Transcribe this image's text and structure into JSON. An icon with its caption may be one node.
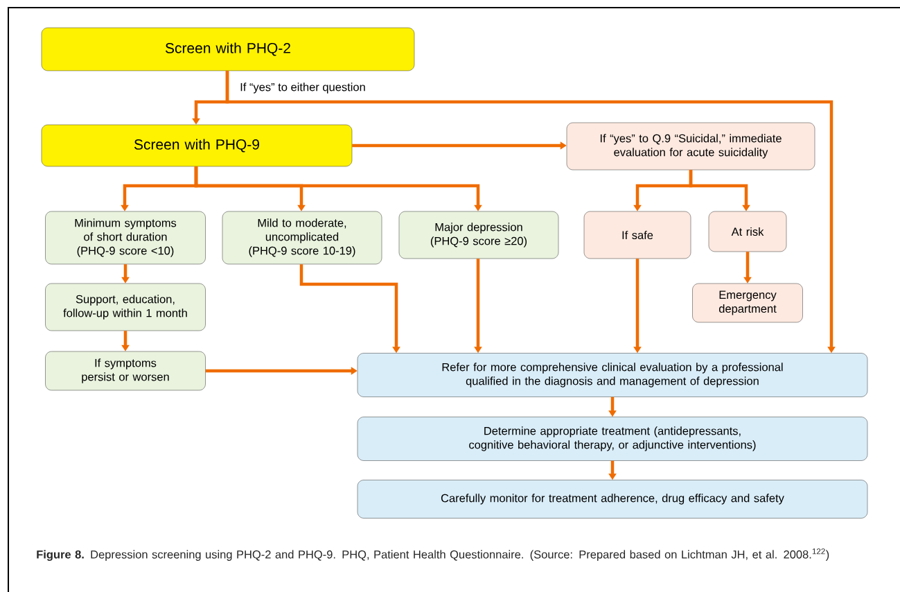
{
  "diagram": {
    "caption": "**Figure 8.**    Depression screening using PHQ-2 and PHQ-9. PHQ, Patient Health Questionnaire. (Source: Prepared based on Lichtman JH, et al. 2008.$^{122}$)",
    "nodes": [
      {
        "text": [
          "Screen with PHQ-2"
        ]
      },
      {
        "text": [
          "Screen with PHQ-9"
        ]
      },
      {
        "text": [
          "If “yes” to Q.9 “Suicidal,” immediate evaluation for acute suicidality"
        ]
      },
      {
        "text": [
          "Minimum symptoms of short duration (PHQ-9 score <10)"
        ]
      },
      {
        "text": [
          "Mild to moderate, uncomplicated (PHQ-9 score 10-19)"
        ]
      },
      {
        "text": [
          "Major depression (PHQ-9 score ≥20)"
        ]
      },
      {
        "text": [
          "If safe"
        ]
      },
      {
        "text": [
          "At risk"
        ]
      },
      {
        "text": [
          "Support, education, follow-up within 1 month"
        ]
      },
      {
        "text": [
          "Emergency department"
        ]
      },
      {
        "text": [
          "If symptoms persist or worsen"
        ]
      },
      {
        "text": [
          "Refer for more comprehensive clinical evaluation by a professional qualified in the diagnosis and management of depression"
        ]
      },
      {
        "text": [
          "Determine appropriate treatment (antidepressants, cognitive behavioral therapy, or adjunctive interventions)"
        ]
      },
      {
        "text": [
          "Carefully monitor for treatment adherence, drug efficacy and safety"
        ]
      }
    ],
    "edges": [
      {
        "from": 0,
        "to": 1,
        "arrow": "to",
        "label": "If “yes” to either question"
      },
      {
        "from": 0,
        "to": 11,
        "arrow": "to"
      },
      {
        "from": 1,
        "to": 2,
        "arrow": "to"
      },
      {
        "from": 1,
        "to": 3,
        "arrow": "to"
      },
      {
        "from": 1,
        "to": 4,
        "arrow": "to"
      },
      {
        "from": 1,
        "to": 5,
        "arrow": "to"
      },
      {
        "from": 2,
        "to": 6,
        "arrow": "to"
      },
      {
        "from": 2,
        "to": 7,
        "arrow": "to"
      },
      {
        "from": 3,
        "to": 8,
        "arrow": "to"
      },
      {
        "from": 8,
        "to": 10,
        "arrow": "to"
      },
      {
        "from": 10,
        "to": 11,
        "arrow": "to"
      },
      {
        "from": 4,
        "to": 11,
        "arrow": "to"
      },
      {
        "from": 5,
        "to": 11,
        "arrow": "to"
      },
      {
        "from": 6,
        "to": 11,
        "arrow": "to"
      },
      {
        "from": 7,
        "to": 9,
        "arrow": "to"
      },
      {
        "from": 11,
        "to": 12,
        "arrow": "to"
      },
      {
        "from": 12,
        "to": 13,
        "arrow": "to"
      }
    ]
  }
}
